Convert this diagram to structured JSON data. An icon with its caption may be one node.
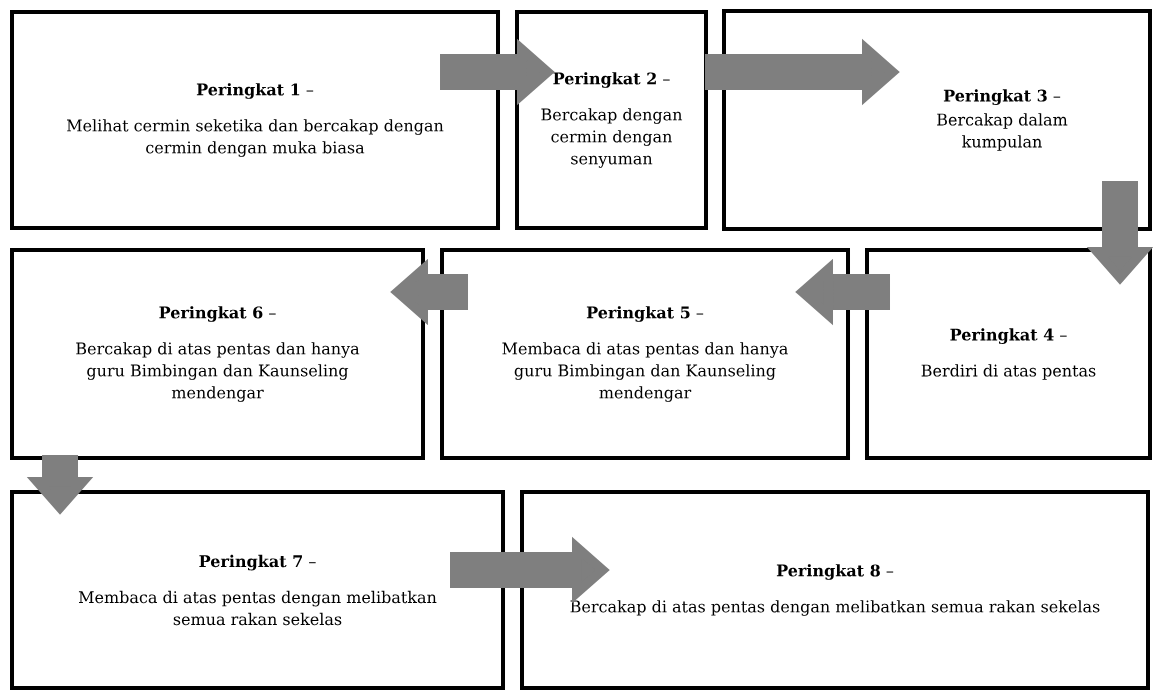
{
  "diagram": {
    "nodes": [
      {
        "text": [
          "**Peringkat 1** –",
          "Melihat cermin seketika dan bercakap dengan cermin dengan muka biasa"
        ]
      },
      {
        "text": [
          "**Peringkat 2** –",
          "Bercakap dengan cermin dengan senyuman"
        ]
      },
      {
        "text": [
          "**Peringkat 3** –",
          "Bercakap dalam kumpulan"
        ]
      },
      {
        "text": [
          "**Peringkat 4** –",
          "Berdiri di atas pentas"
        ]
      },
      {
        "text": [
          "**Peringkat 5** –",
          "Membaca di atas pentas dan hanya guru Bimbingan dan Kaunseling mendengar"
        ]
      },
      {
        "text": [
          "**Peringkat 6** –",
          "Bercakap di atas pentas dan hanya guru Bimbingan dan Kaunseling mendengar"
        ]
      },
      {
        "text": [
          "**Peringkat 7** –",
          "Membaca di atas pentas dengan melibatkan semua rakan sekelas"
        ]
      },
      {
        "text": [
          "**Peringkat 8** –",
          "Bercakap di atas pentas dengan melibatkan semua rakan sekelas"
        ]
      }
    ],
    "edges": [
      {
        "from": 0,
        "to": 1,
        "arrow": "to"
      },
      {
        "from": 1,
        "to": 2,
        "arrow": "to"
      },
      {
        "from": 2,
        "to": 3,
        "arrow": "to"
      },
      {
        "from": 3,
        "to": 4,
        "arrow": "to"
      },
      {
        "from": 4,
        "to": 5,
        "arrow": "to"
      },
      {
        "from": 5,
        "to": 6,
        "arrow": "to"
      },
      {
        "from": 6,
        "to": 7,
        "arrow": "to"
      }
    ]
  }
}
